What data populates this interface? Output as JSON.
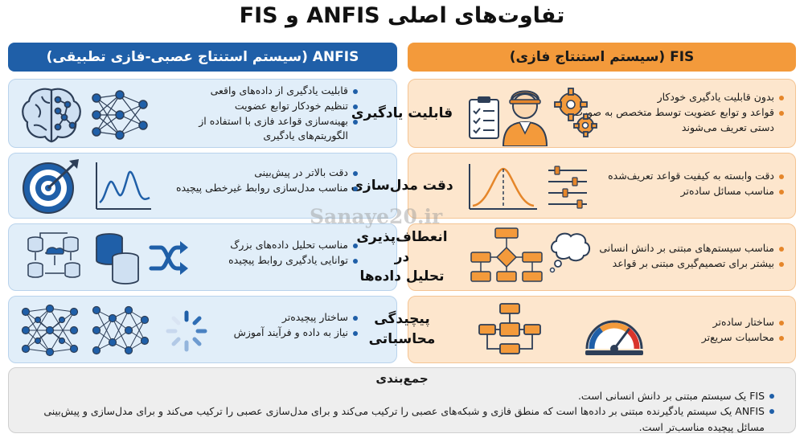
{
  "title": "تفاوت‌های اصلی ANFIS و FIS",
  "columns": {
    "anfis": "ANFIS (سیستم استنتاج عصبی-فازی تطبیقی)",
    "fis": "FIS (سیستم استنتاج فازی)"
  },
  "rows": [
    {
      "label": "قابلیت یادگیری",
      "anfis": [
        "قابلیت یادگیری از داده‌های واقعی",
        "تنظیم خودکار توابع عضویت",
        "بهینه‌سازی قواعد فازی با استفاده از الگوریتم‌های یادگیری"
      ],
      "fis": [
        "بدون قابلیت یادگیری خودکار",
        "قواعد و توابع عضویت توسط متخصص به صورت دستی تعریف می‌شوند"
      ]
    },
    {
      "label": "دقت مدل‌سازی",
      "anfis": [
        "دقت بالاتر در پیش‌بینی",
        "مناسب مدل‌سازی روابط غیرخطی پیچیده"
      ],
      "fis": [
        "دقت وابسته به کیفیت قواعد تعریف‌شده",
        "مناسب مسائل ساده‌تر"
      ]
    },
    {
      "label_l1": "انعطاف‌پذیری در",
      "label_l2": "تحلیل داده‌ها",
      "anfis": [
        "مناسب تحلیل داده‌های بزرگ",
        "توانایی یادگیری روابط پیچیده"
      ],
      "fis": [
        "مناسب سیستم‌های مبتنی بر دانش انسانی",
        "بیشتر برای تصمیم‌گیری مبتنی بر قواعد"
      ]
    },
    {
      "label_l1": "پیچیدگی",
      "label_l2": "محاسباتی",
      "anfis": [
        "ساختار پیچیده‌تر",
        "نیاز به داده و فرآیند آموزش"
      ],
      "fis": [
        "ساختار ساده‌تر",
        "محاسبات سریع‌تر"
      ]
    }
  ],
  "summary": {
    "title": "جمع‌بندی",
    "items": [
      "FIS یک سیستم مبتنی بر دانش انسانی است.",
      "ANFIS یک سیستم یادگیرنده مبتنی بر داده‌ها است که منطق فازی و شبکه‌های عصبی را ترکیب می‌کند و برای مدل‌سازی عصبی را ترکیب می‌کند و برای مدل‌سازی و پیش‌بینی مسائل پیچیده مناسب‌تر است."
    ]
  },
  "watermark": "Sanaye20.ir",
  "colors": {
    "anfis": "#1f5fa8",
    "fis": "#f39a3b",
    "anfis_panel": "#e1eef9",
    "fis_panel": "#fde6cd"
  },
  "icons": [
    "brain-icon",
    "neural-network-icon",
    "engineer-icon",
    "checklist-icon",
    "gears-icon",
    "target-icon",
    "line-chart-icon",
    "bell-curve-icon",
    "sliders-icon",
    "database-icon",
    "shuffle-icon",
    "flowchart-icon",
    "thought-bubble-icon",
    "loading-spinner-icon",
    "gauge-icon"
  ]
}
